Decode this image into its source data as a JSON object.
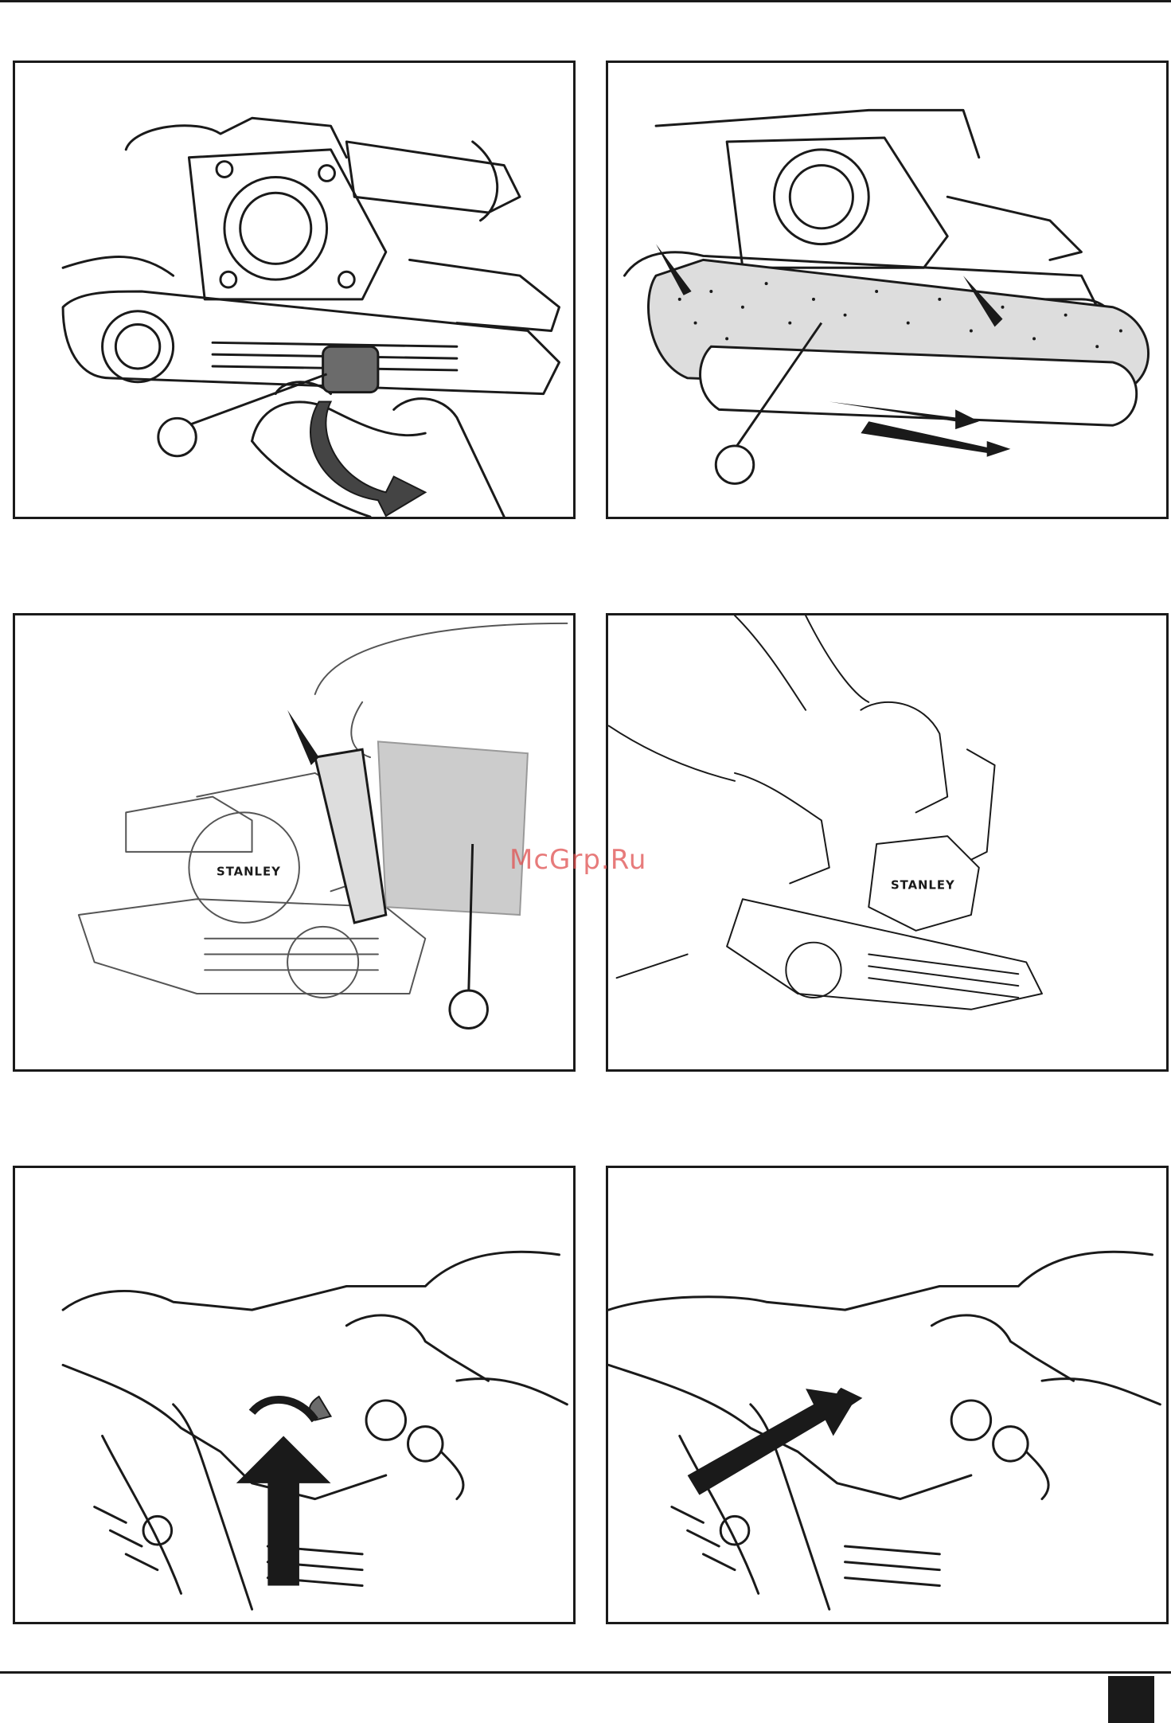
{
  "brand": {
    "logo_text": "STANLEY"
  },
  "watermark": {
    "text": "McGrp.Ru"
  },
  "colors": {
    "ink": "#1a1a1a",
    "belt_gray": "#cccccc",
    "lever_gray": "#6b6b6b",
    "watermark": "#e05050"
  },
  "panels": [
    {
      "id": "belt-lever-release"
    },
    {
      "id": "belt-fitting"
    },
    {
      "id": "dust-bag-fitting"
    },
    {
      "id": "side-handle-use"
    },
    {
      "id": "switch-on"
    },
    {
      "id": "switch-lock"
    }
  ]
}
